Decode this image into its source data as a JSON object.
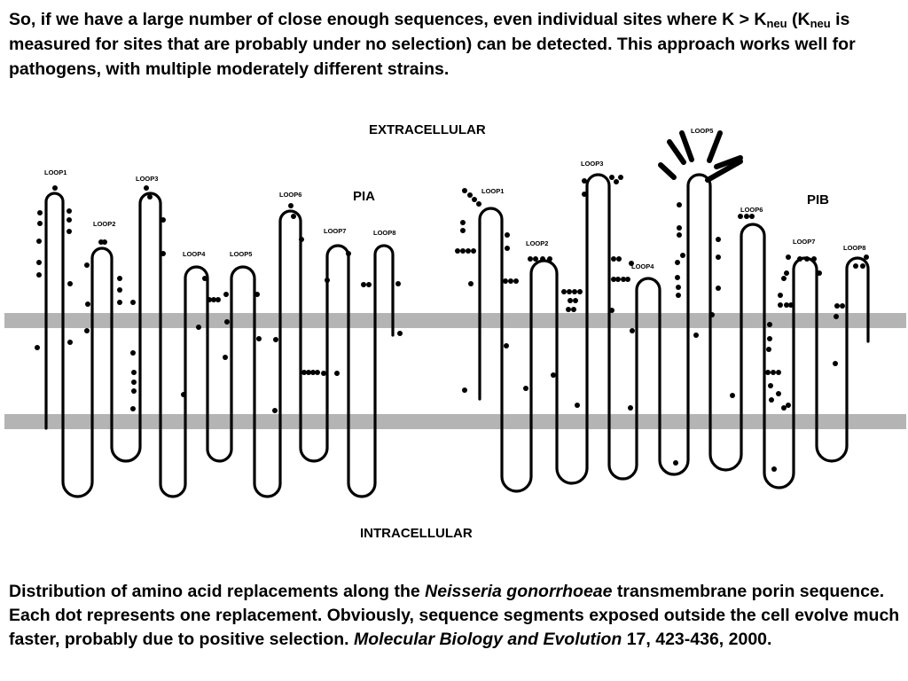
{
  "slide": {
    "intro": {
      "p1": "So, if we have a large number of close enough sequences, even individual sites where K > K",
      "sub1": "neu",
      "p2": " (K",
      "sub2": "neu",
      "p3": " is measured for sites that are probably under no selection) can be detected. This approach works well for pathogens, with multiple moderately different strains."
    },
    "diagram": {
      "extracellular_label": "EXTRACELLULAR",
      "intracellular_label": "INTRACELLULAR",
      "pia": {
        "name": "PIA",
        "loops": [
          "LOOP1",
          "LOOP2",
          "LOOP3",
          "LOOP4",
          "LOOP5",
          "LOOP6",
          "LOOP7",
          "LOOP8"
        ]
      },
      "pib": {
        "name": "PIB",
        "loops": [
          "LOOP1",
          "LOOP2",
          "LOOP3",
          "LOOP4",
          "LOOP5",
          "LOOP6",
          "LOOP7",
          "LOOP8"
        ]
      },
      "colors": {
        "membrane": "#b4b4b4",
        "line": "#000000"
      }
    },
    "caption": {
      "c1": "Distribution of amino acid replacements along the ",
      "c2": "Neisseria gonorrhoeae",
      "c3": " transmembrane porin sequence. Each dot represents one replacement. Obviously, sequence segments exposed outside the cell evolve much faster, probably due to positive selection. ",
      "c4": "Molecular Biology and Evolution",
      "c5": " 17, 423-436, 2000."
    }
  }
}
